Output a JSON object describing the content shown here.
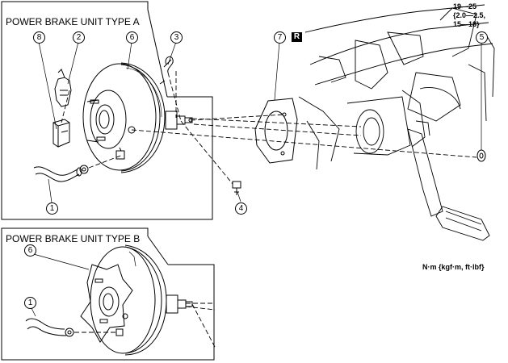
{
  "panels": {
    "type_a_title": "POWER BRAKE UNIT TYPE A",
    "type_b_title": "POWER BRAKE UNIT TYPE B"
  },
  "callouts": {
    "c1a": "1",
    "c2": "2",
    "c3": "3",
    "c4": "4",
    "c5": "5",
    "c6a": "6",
    "c7": "7",
    "c8": "8",
    "c6b": "6",
    "c1b": "1"
  },
  "replace_badge": "R",
  "torque": {
    "line1": "19—25",
    "line2": "{2.0—2.5,",
    "line3": "15—18}"
  },
  "units": "N·m {kgf·m, ft·lbf}"
}
